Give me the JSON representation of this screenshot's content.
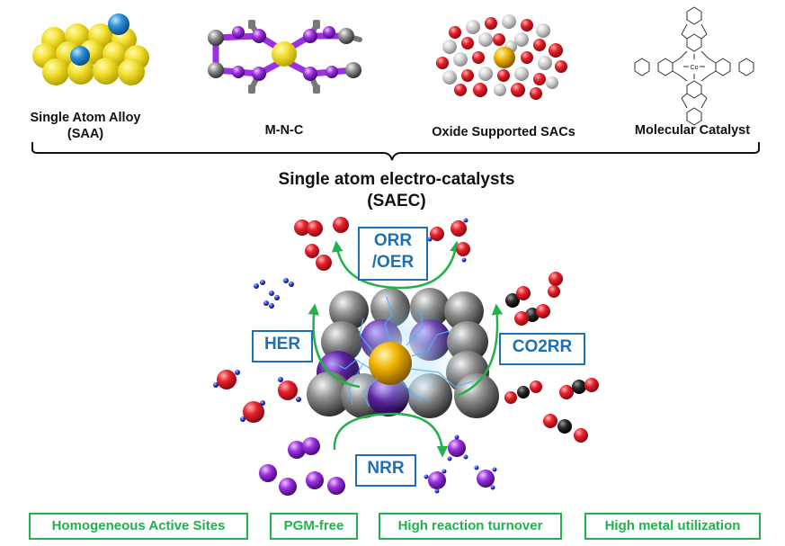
{
  "categories": [
    {
      "label_line1": "Single Atom Alloy",
      "label_line2": "(SAA)"
    },
    {
      "label_line1": "M-N-C",
      "label_line2": ""
    },
    {
      "label_line1": "Oxide Supported SACs",
      "label_line2": ""
    },
    {
      "label_line1": "Molecular Catalyst",
      "label_line2": ""
    }
  ],
  "title": {
    "line1": "Single atom electro-catalysts",
    "line2": "(SAEC)"
  },
  "reactions": {
    "orr_oer_line1": "ORR",
    "orr_oer_line2": "/OER",
    "her": "HER",
    "co2rr": "CO2RR",
    "nrr": "NRR"
  },
  "molecule_label": "Co",
  "benefits": [
    "Homogeneous Active Sites",
    "PGM-free",
    "High reaction turnover",
    "High metal utilization"
  ],
  "colors": {
    "reaction_box": "#1f6fb2",
    "benefit_box": "#22b14c",
    "arrow": "#22b14c",
    "oxygen": "#e8202a",
    "hydrogen": "#2a3bd8",
    "carbon": "#1a1a1a",
    "nitrogen": "#9b30e0",
    "metal_center": "#f0b400",
    "support": "#707070",
    "saa_host": "#f2e030",
    "saa_dopant": "#2b8fd6"
  }
}
